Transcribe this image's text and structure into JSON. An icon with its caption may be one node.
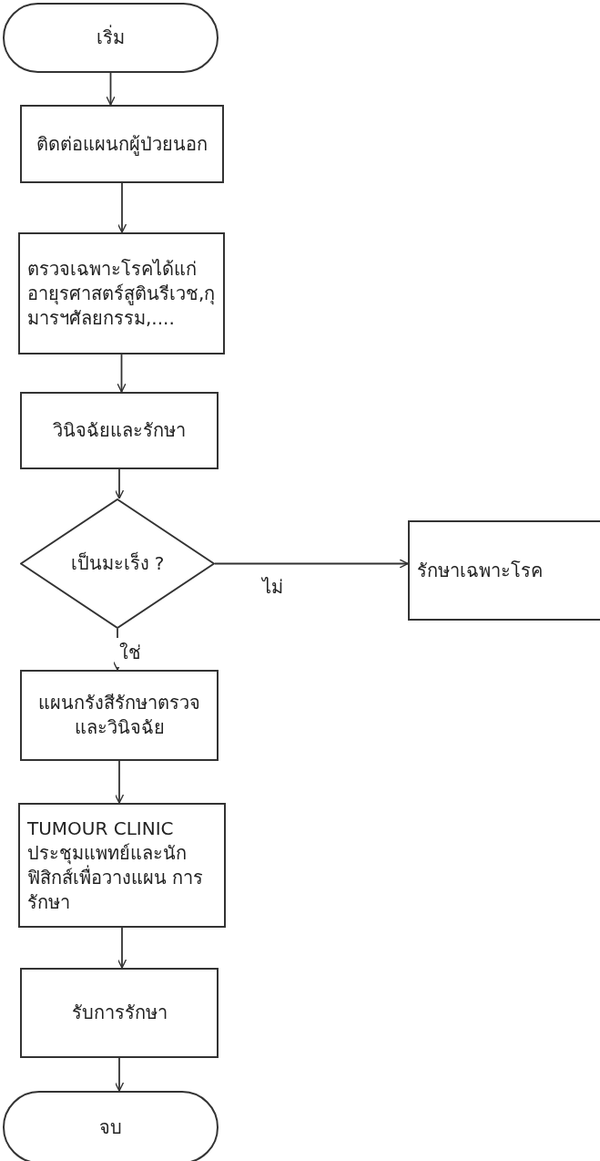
{
  "diagram": {
    "nodes": [
      {
        "text": [
          "เริ่ม"
        ]
      },
      {
        "text": [
          "ติดต่อแผนกผู้ป่วยนอก"
        ]
      },
      {
        "text": [
          "ตรวจเฉพาะโรคได้แก่อายุรศาสตร์สูตินรีเวช,กุมารฯศัลยกรรม,...."
        ]
      },
      {
        "text": [
          "วินิจฉัยและรักษา"
        ]
      },
      {
        "text": [
          "เป็นมะเร็ง ?"
        ]
      },
      {
        "text": [
          "รักษาเฉพาะโรค"
        ]
      },
      {
        "text": [
          "แผนกรังสีรักษาตรวจและวินิจฉัย"
        ]
      },
      {
        "text": [
          "TUMOUR CLINIC ประชุมแพทย์และนักฟิสิกส์เพื่อวางแผน การรักษา"
        ]
      },
      {
        "text": [
          "รับการรักษา"
        ]
      },
      {
        "text": [
          "จบ"
        ]
      }
    ],
    "edges": [
      {
        "from": 0,
        "to": 1,
        "arrow": "to"
      },
      {
        "from": 1,
        "to": 2,
        "arrow": "to"
      },
      {
        "from": 2,
        "to": 3,
        "arrow": "to"
      },
      {
        "from": 3,
        "to": 4,
        "arrow": "to"
      },
      {
        "from": 4,
        "to": 5,
        "arrow": "to",
        "label": "ไม่"
      },
      {
        "from": 4,
        "to": 6,
        "arrow": "to",
        "label": "ใช่"
      },
      {
        "from": 6,
        "to": 7,
        "arrow": "to"
      },
      {
        "from": 7,
        "to": 8,
        "arrow": "to"
      },
      {
        "from": 8,
        "to": 9,
        "arrow": "to"
      }
    ]
  }
}
